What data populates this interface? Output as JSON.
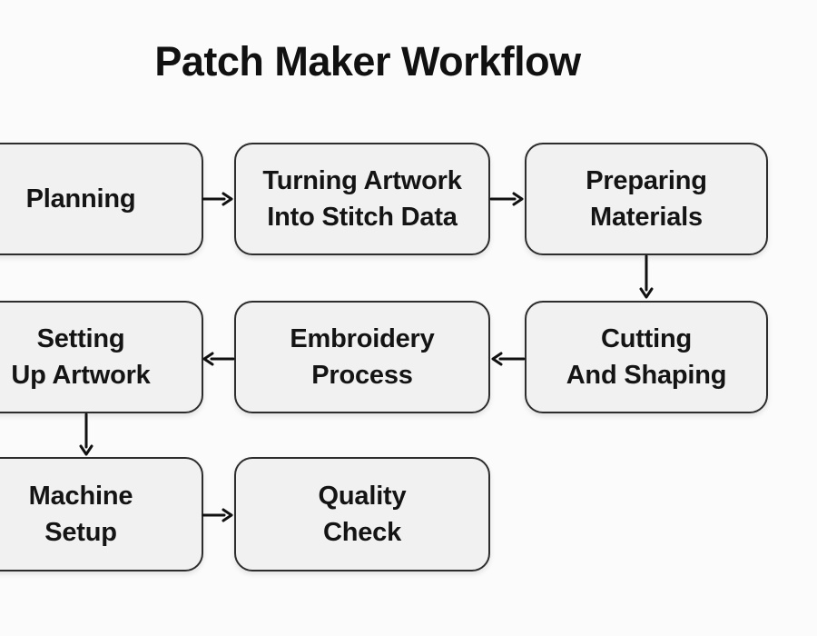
{
  "title": "Patch Maker Workflow",
  "colors": {
    "background": "#fbfbfb",
    "node_fill": "#f1f1f1",
    "node_border": "#2d2d2d",
    "arrow": "#111111",
    "text": "#141414"
  },
  "diagram": {
    "nodes": [
      {
        "id": "planning",
        "lines": [
          "Planning"
        ]
      },
      {
        "id": "turning-artwork",
        "lines": [
          "Turning Artwork",
          "Into Stitch Data"
        ]
      },
      {
        "id": "preparing-materials",
        "lines": [
          "Preparing",
          "Materials"
        ]
      },
      {
        "id": "setting-up-artwork",
        "lines": [
          "Setting",
          "Up Artwork"
        ]
      },
      {
        "id": "embroidery-process",
        "lines": [
          "Embroidery",
          "Process"
        ]
      },
      {
        "id": "cutting-and-shaping",
        "lines": [
          "Cutting",
          "And Shaping"
        ]
      },
      {
        "id": "machine-setup",
        "lines": [
          "Machine",
          "Setup"
        ]
      },
      {
        "id": "quality-check",
        "lines": [
          "Quality",
          "Check"
        ]
      }
    ],
    "edges": [
      {
        "from": "planning",
        "to": "turning-artwork"
      },
      {
        "from": "turning-artwork",
        "to": "preparing-materials"
      },
      {
        "from": "preparing-materials",
        "to": "cutting-and-shaping"
      },
      {
        "from": "cutting-and-shaping",
        "to": "embroidery-process"
      },
      {
        "from": "embroidery-process",
        "to": "setting-up-artwork"
      },
      {
        "from": "setting-up-artwork",
        "to": "machine-setup"
      },
      {
        "from": "machine-setup",
        "to": "quality-check"
      }
    ]
  }
}
